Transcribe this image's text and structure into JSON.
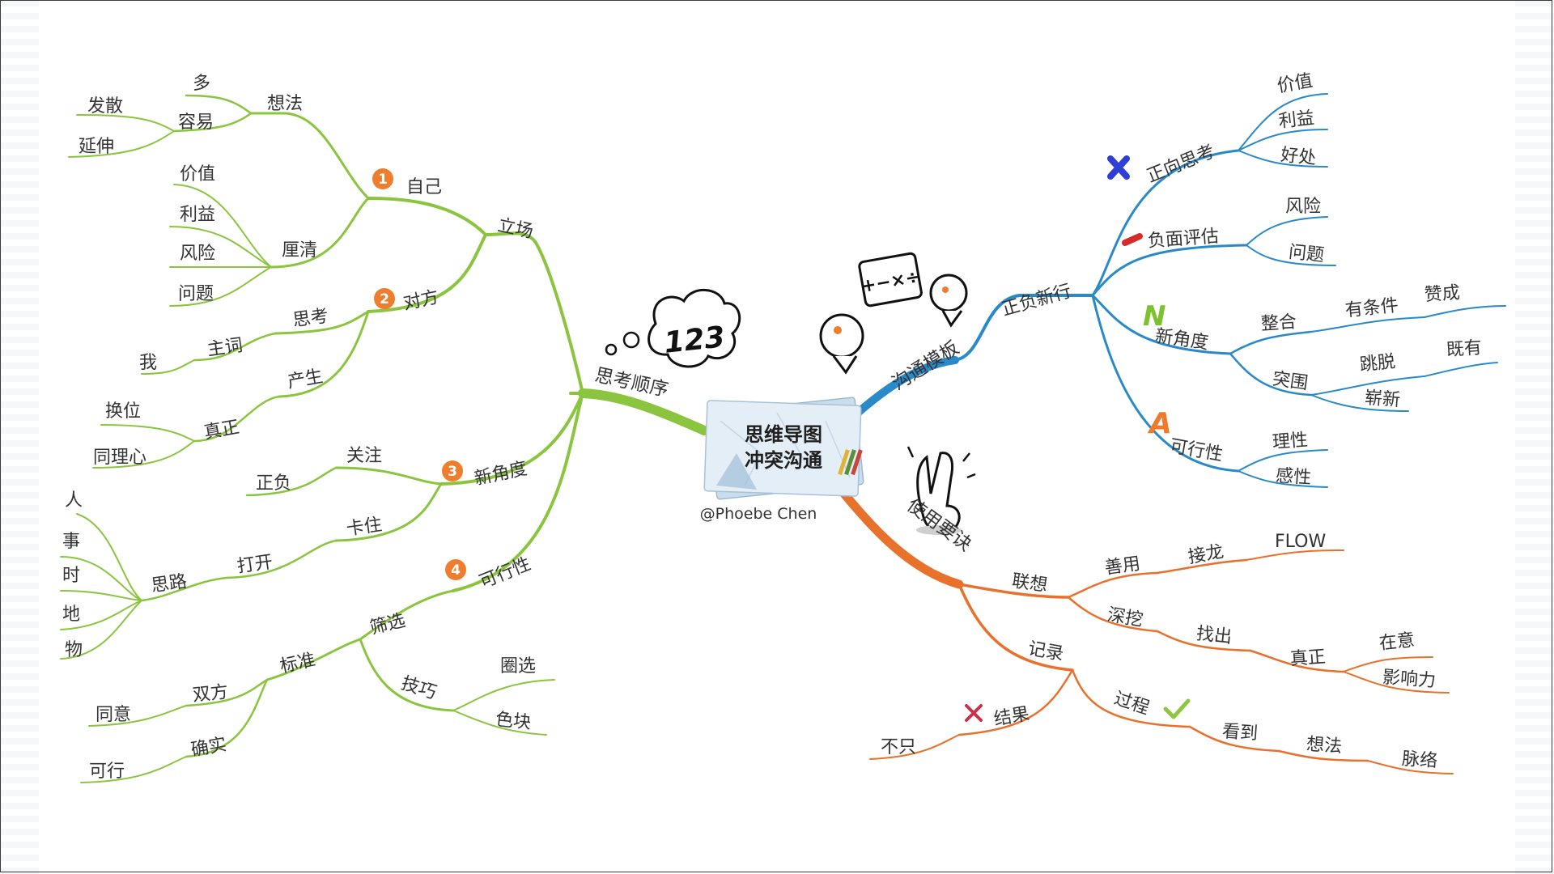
{
  "center": {
    "line1": "思维导图",
    "line2": "冲突沟通",
    "credit": "@Phoebe Chen"
  },
  "colors": {
    "green": "#8bc53f",
    "blue": "#2a8ac9",
    "orange": "#e8712b",
    "badge": "#ef7d2e",
    "cross_blue": "#2f3fd6",
    "minus_red": "#d62b2b",
    "n_green": "#7cc22f",
    "a_orange": "#f07a2a",
    "x_red": "#c8334b",
    "check_green": "#8dc63f"
  },
  "left": {
    "branch": "思考顺序",
    "stance": {
      "label": "立场",
      "self": {
        "badge": "1",
        "label": "自己",
        "idea": {
          "label": "想法",
          "many": "多",
          "easy": "容易",
          "diverge": "发散",
          "extend": "延伸"
        },
        "clarify": {
          "label": "厘清",
          "items": [
            "价值",
            "利益",
            "风险",
            "问题"
          ]
        }
      },
      "other": {
        "badge": "2",
        "label": "对方",
        "think": "思考",
        "subject": "主词",
        "me": "我",
        "produce": "产生",
        "real": "真正",
        "swap": "换位",
        "empathy": "同理心"
      }
    },
    "angle": {
      "badge": "3",
      "label": "新角度",
      "focus": "关注",
      "posneg": "正负",
      "stuck": "卡住",
      "open": "打开",
      "thinking": "思路",
      "items": [
        "人",
        "事",
        "时",
        "地",
        "物"
      ]
    },
    "feasible": {
      "badge": "4",
      "label": "可行性",
      "filter": "筛选",
      "standard": "标准",
      "both": "双方",
      "agree": "同意",
      "indeed": "确实",
      "doable": "可行",
      "skill": "技巧",
      "circle": "圈选",
      "colorblock": "色块"
    }
  },
  "right_top": {
    "branch": "沟通模板",
    "sub": "正负新行",
    "positive": {
      "label": "正向思考",
      "icon": "plus-icon",
      "items": [
        "价值",
        "利益",
        "好处"
      ]
    },
    "negative": {
      "label": "负面评估",
      "icon": "minus-icon",
      "items": [
        "风险",
        "问题"
      ]
    },
    "new_angle": {
      "label": "新角度",
      "icon": "n-letter-icon",
      "integrate": "整合",
      "conditional": "有条件",
      "approve": "赞成",
      "breakout": "突围",
      "jump": "跳脱",
      "existing": "既有",
      "fresh": "崭新"
    },
    "feasibility": {
      "label": "可行性",
      "icon": "a-letter-icon",
      "items": [
        "理性",
        "感性"
      ]
    }
  },
  "right_bottom": {
    "branch": "使用要诀",
    "associate": {
      "label": "联想",
      "use_well": "善用",
      "chain": "接龙",
      "flow": "FLOW",
      "dig": "深挖",
      "find": "找出",
      "real": "真正",
      "care": "在意",
      "influence": "影响力"
    },
    "record": {
      "label": "记录",
      "result": "结果",
      "not_only": "不只",
      "process": "过程",
      "see": "看到",
      "idea": "想法",
      "context": "脉络"
    }
  }
}
